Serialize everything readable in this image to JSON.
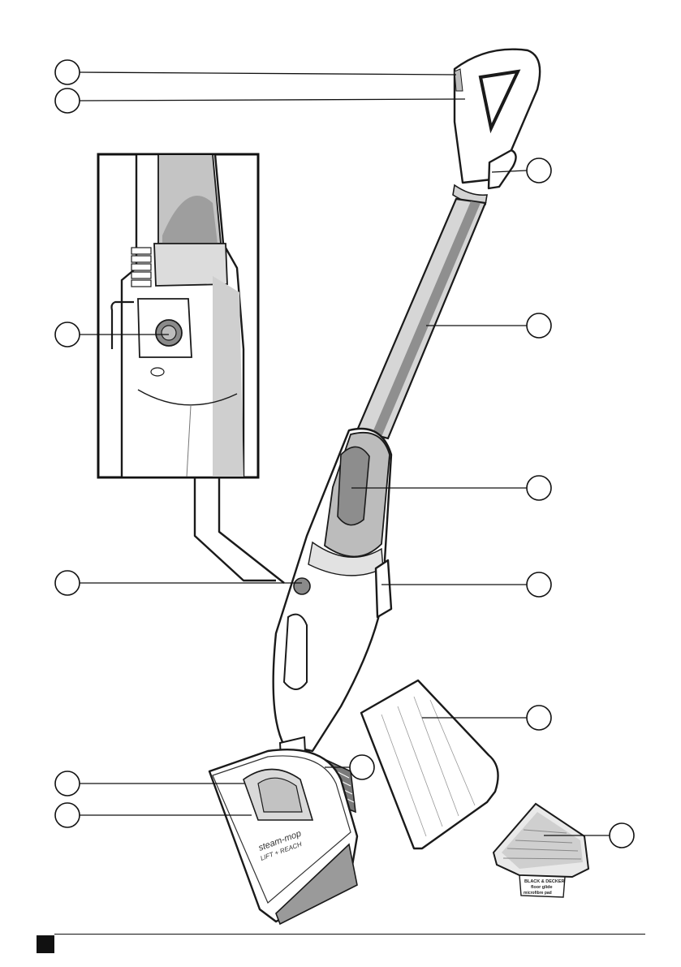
{
  "product": {
    "mop_logo_line1": "steam-mop",
    "mop_logo_line2": "LIFT + REACH",
    "pad_tag_line1": "BLACK & DECKER",
    "pad_tag_line2": "floor glide",
    "pad_tag_line3": "microfibre pad"
  },
  "callouts": [
    {
      "id": "c1"
    },
    {
      "id": "c2"
    },
    {
      "id": "c3"
    },
    {
      "id": "c4"
    },
    {
      "id": "c5"
    },
    {
      "id": "c6"
    },
    {
      "id": "c7"
    },
    {
      "id": "c8"
    },
    {
      "id": "c9"
    },
    {
      "id": "c10"
    },
    {
      "id": "c11"
    },
    {
      "id": "c12"
    }
  ]
}
